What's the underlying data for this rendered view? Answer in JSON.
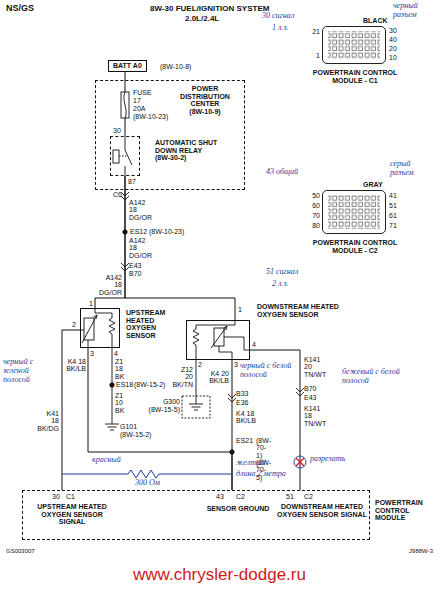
{
  "diagram": {
    "title": "8W-30 FUEL/IGNITION SYSTEM",
    "nodes": [
      {
        "text": [
          "BATT A0"
        ]
      },
      {
        "text": [
          "POWER DISTRIBUTION CENTER",
          "(8W-10-9)"
        ]
      },
      {
        "text": [
          "AUTOMATIC SHUT DOWN RELAY",
          "(8W-30-2)"
        ],
        "in": 1
      },
      {
        "text": [
          "BLACK",
          "POWERTRAIN CONTROL MODULE - C1"
        ]
      },
      {
        "text": [
          "GRAY",
          "POWERTRAIN CONTROL MODULE - C2"
        ]
      },
      {
        "text": [
          "UPSTREAM HEATED OXYGEN SENSOR"
        ]
      },
      {
        "text": [
          "DOWNSTREAM HEATED OXYGEN SENSOR"
        ]
      },
      {
        "text": [
          "UPSTREAM HEATED OXYGEN SENSOR SIGNAL",
          "SENSOR GROUND",
          "DOWNSTREAM HEATED OXYGEN SENSOR SIGNAL",
          "POWERTRAIN CONTROL MODULE"
        ]
      }
    ],
    "edges": [
      {
        "from": 0,
        "to": 2,
        "arrow": "none"
      },
      {
        "from": 2,
        "to": 5,
        "arrow": "none"
      },
      {
        "from": 2,
        "to": 6,
        "arrow": "none"
      },
      {
        "from": 5,
        "to": 7,
        "arrow": "none"
      },
      {
        "from": 5,
        "to": 7,
        "arrow": "none"
      },
      {
        "from": 6,
        "to": 7,
        "arrow": "none"
      },
      {
        "from": 6,
        "to": 7,
        "arrow": "none"
      }
    ],
    "labels": [
      "NS/GS",
      "2.0L/2.4L",
      "(8W-10-8)",
      "FUSE",
      "17",
      "20A",
      "(8W-10-23)",
      "30",
      "87",
      "C6",
      "A142 18 DG/OR",
      "ES12",
      "(8W-10-23)",
      "A142 18 DG/OR",
      "E43",
      "B70",
      "A142 18 DG/OR",
      "1",
      "2",
      "3",
      "4",
      "1",
      "2",
      "3",
      "4",
      "K4 18 BK/LB",
      "Z1 18 BK",
      "ES18",
      "(8W-15-2)",
      "Z1 10 BK",
      "G101",
      "(8W-15-2)",
      "Z12 20 BK/TN",
      "K4 20 BK/LB",
      "G300",
      "(8W-15-5)",
      "B33",
      "E36",
      "K4 18 BK/LB",
      "ES21",
      "(8W-70-1) (8W-70-5)",
      "K141 20 TN/WT",
      "B70",
      "E43",
      "K141 18 TN/WT",
      "K41 18 BK/DG",
      "30",
      "C1",
      "43",
      "C2",
      "51",
      "C2",
      "21",
      "1",
      "30",
      "40",
      "20",
      "10",
      "50",
      "60",
      "70",
      "80",
      "41",
      "51",
      "61",
      "71",
      "GS003007",
      "J988W-3",
      "www.chrysler-dodge.ru",
      "30 сигнал",
      "1 л.з.",
      "черный разъем",
      "43 общий",
      "серый разъем",
      "51 сигнал",
      "2 л.з.",
      "черный с зеленой полосой",
      "бежевый с белой полосой",
      "разрезать",
      "черный с белой полосой",
      "красный",
      "300 Ом",
      "желтый",
      "длина 2 метра"
    ]
  }
}
